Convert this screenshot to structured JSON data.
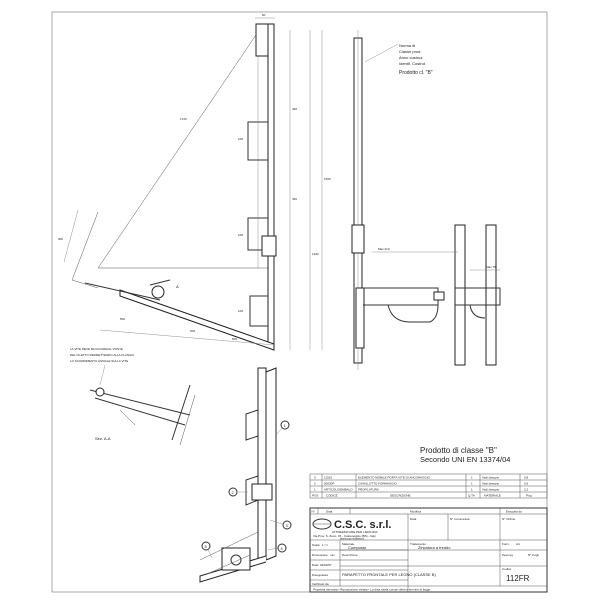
{
  "callout": {
    "lines": [
      "Norma di",
      "Classe prod.",
      "Anno costruz.",
      "Identif. Costrut."
    ],
    "product_label": "Prodotto cl. \"B\""
  },
  "note_left": [
    "LA VITE DEVE BLOCCARE/AL PONTE",
    "DEL FILETTO PERMETTENDO ALLA FLANGIA",
    "LO SCORRIMENTO ASSIALE SULLA VITE"
  ],
  "section_label": "Sez. A-A",
  "section_mark": "A",
  "dims": {
    "top_post_width": "60",
    "offsets": [
      "100",
      "100",
      "100"
    ],
    "heights": [
      "460",
      "460",
      "1200"
    ],
    "total_height": "1500",
    "diag_left": "1720",
    "board_width": "300",
    "board_length": "500",
    "base_a": "200",
    "base_b": "600",
    "detail_width": "Max 210",
    "detail_right": "Max 75"
  },
  "part_numbers": [
    "1",
    "2",
    "3",
    "4",
    "5"
  ],
  "product_title": "Prodotto di classe \"B\"",
  "product_subtitle": "Secondo UNI EN 13374/04",
  "bom": {
    "headers": [
      "POS",
      "CODICE",
      "DESCRIZIONE",
      "Q.TA",
      "MATERIALE",
      "P.kg"
    ],
    "rows": [
      [
        "3",
        "11515",
        "ELEMENTO MOBILE PORTA VITE DI ANCORAGGIO",
        "1",
        "Vedi disegno",
        "0,8"
      ],
      [
        "2",
        "50030P",
        "CAVALLOTTO FORMAGGIO",
        "1",
        "Vedi disegno",
        "0,5"
      ],
      [
        "1",
        "ARTICOLO/EMBALO",
        "PROFILATURA",
        "1",
        "Vedi disegno",
        "2,2"
      ]
    ]
  },
  "title_block": {
    "rev_headers": [
      "N°",
      "Data",
      "Modifica",
      "Eseguita da"
    ],
    "company": "C.S.C. s.r.l.",
    "company_sub": "ATTREZZATURE PER L'EDILIZIA",
    "company_info": "Via Prov. S. Zeno, 36 - Castenedolo (BS) - Italy",
    "company_web": "www.csc-edilizia.it",
    "fields": [
      {
        "label": "Scala",
        "value": "1 / 1"
      },
      {
        "label": "Dimensione",
        "value": "mm"
      },
      {
        "label": "Data",
        "value": "02/02/07"
      },
      {
        "label": "Disegnatore",
        "value": ""
      },
      {
        "label": "Verificato da",
        "value": ""
      }
    ],
    "material_label": "Materiale",
    "material_value": "Composto",
    "treatment_label": "Trattamento",
    "treatment_value": "Zincatura a freddo",
    "description_label": "Descrizione",
    "description_value": "PARAPETTO FRONTALE PER LEGNO (CLASSE B)",
    "code_label": "Codice",
    "code_value": "112FR",
    "format_label": "Form.",
    "format_value": "A4",
    "weight_label": "Peso kg",
    "foglio_label": "N° Fogli",
    "approval_headers": [
      "Data",
      "N° Commessa",
      "N° Ordine"
    ],
    "footer": "Proprietà riservata • Riproduzione vietata • La ditta tutela i propri diritti a termine di legge"
  }
}
